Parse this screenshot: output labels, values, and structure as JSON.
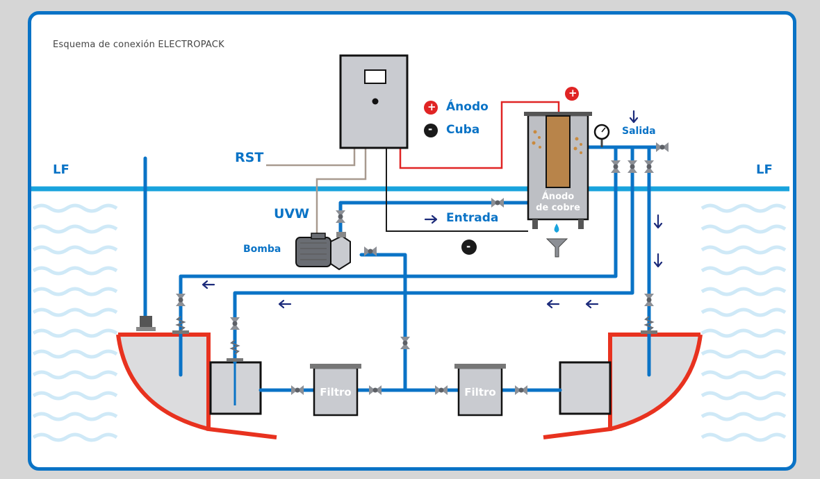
{
  "title": "Esquema de conexión ELECTROPACK",
  "labels": {
    "rst": "RST",
    "uvw": "UVW",
    "bomba": "Bomba",
    "entrada": "Entrada",
    "salida": "Salida",
    "anodo_cobre_line1": "Ánodo",
    "anodo_cobre_line2": "de cobre",
    "filtro_left": "Filtro",
    "filtro_right": "Filtro",
    "lf_left": "LF",
    "lf_right": "LF"
  },
  "legend": {
    "anodo_symbol": "+",
    "anodo_label": "Ánodo",
    "cuba_symbol": "-",
    "cuba_label": "Cuba"
  },
  "markers": {
    "plus_top": "+",
    "minus_bottom": "-"
  },
  "colors": {
    "frame": "#0a73c6",
    "pipe": "#0a73c6",
    "positive_wire": "#e02424",
    "negative_wire": "#1a1a1a",
    "power_wire": "#a89a8f",
    "equipment_fill": "#c9cbd0",
    "copper": "#b8844a",
    "pool_wall": "#e8321f",
    "background": "#d6d6d6"
  },
  "icons": [
    "valve-icon",
    "check-valve-icon",
    "pressure-gauge-icon",
    "water-drop-icon",
    "funnel-icon",
    "pump-icon",
    "flow-arrow-icon"
  ]
}
